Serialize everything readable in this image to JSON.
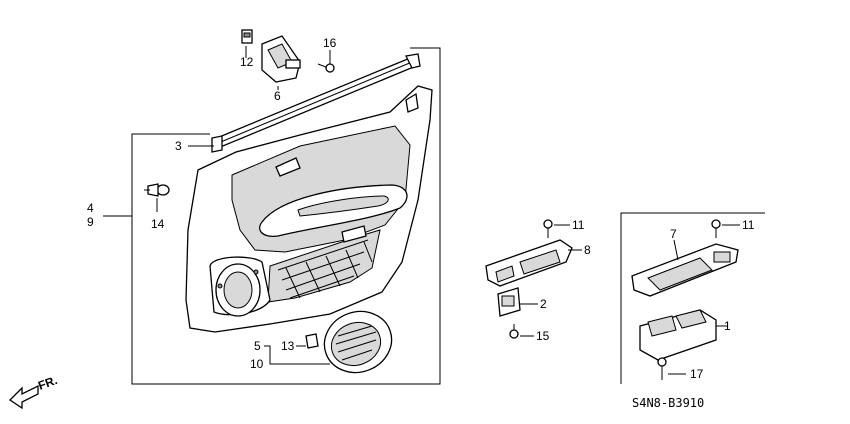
{
  "callouts": {
    "c1": "1",
    "c2": "2",
    "c3": "3",
    "c4": "4",
    "c5": "5",
    "c6": "6",
    "c7": "7",
    "c8": "8",
    "c9": "9",
    "c10": "10",
    "c11a": "11",
    "c11b": "11",
    "c12": "12",
    "c13": "13",
    "c14": "14",
    "c15": "15",
    "c16": "16",
    "c17": "17"
  },
  "front_label": "FR.",
  "diagram_code": "S4N8-B3910"
}
